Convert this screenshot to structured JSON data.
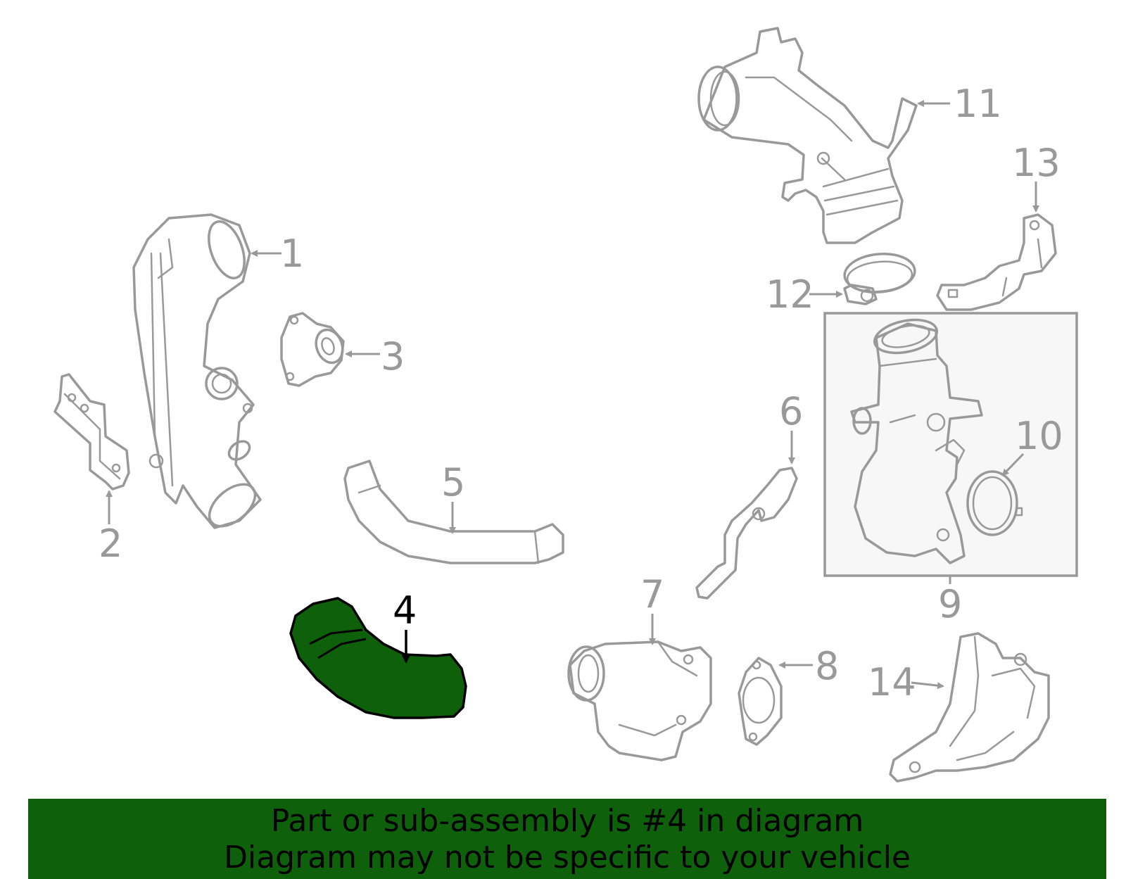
{
  "diagram": {
    "highlight_color": "#0f600b",
    "line_color": "#999999",
    "callouts": [
      {
        "id": "1",
        "label": "1",
        "highlighted": false
      },
      {
        "id": "2",
        "label": "2",
        "highlighted": false
      },
      {
        "id": "3",
        "label": "3",
        "highlighted": false
      },
      {
        "id": "4",
        "label": "4",
        "highlighted": true
      },
      {
        "id": "5",
        "label": "5",
        "highlighted": false
      },
      {
        "id": "6",
        "label": "6",
        "highlighted": false
      },
      {
        "id": "7",
        "label": "7",
        "highlighted": false
      },
      {
        "id": "8",
        "label": "8",
        "highlighted": false
      },
      {
        "id": "9",
        "label": "9",
        "highlighted": false
      },
      {
        "id": "10",
        "label": "10",
        "highlighted": false
      },
      {
        "id": "11",
        "label": "11",
        "highlighted": false
      },
      {
        "id": "12",
        "label": "12",
        "highlighted": false
      },
      {
        "id": "13",
        "label": "13",
        "highlighted": false
      },
      {
        "id": "14",
        "label": "14",
        "highlighted": false
      }
    ]
  },
  "banner": {
    "line1": "Part or sub-assembly is #4 in diagram",
    "line2": "Diagram may not be specific to your vehicle",
    "background": "#0f600b"
  }
}
